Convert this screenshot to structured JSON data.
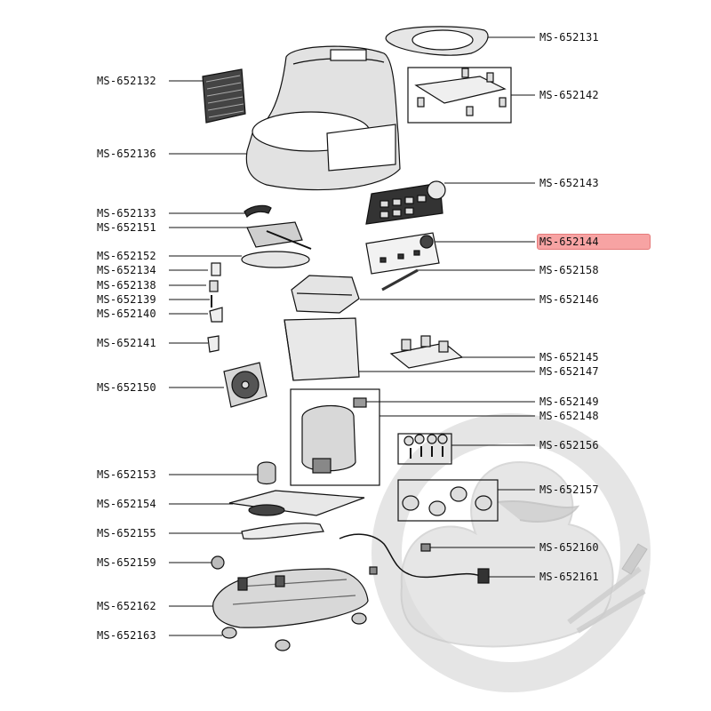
{
  "diagram": {
    "highlight_color": "#f7a3a3",
    "line_color": "#111111",
    "watermark_color": "#dcdcdc",
    "parts": [
      {
        "id": "p131",
        "label": "MS-652131",
        "side": "right",
        "highlighted": false
      },
      {
        "id": "p132",
        "label": "MS-652132",
        "side": "left",
        "highlighted": false
      },
      {
        "id": "p142",
        "label": "MS-652142",
        "side": "right",
        "highlighted": false
      },
      {
        "id": "p136",
        "label": "MS-652136",
        "side": "left",
        "highlighted": false
      },
      {
        "id": "p143",
        "label": "MS-652143",
        "side": "right",
        "highlighted": false
      },
      {
        "id": "p133",
        "label": "MS-652133",
        "side": "left",
        "highlighted": false
      },
      {
        "id": "p151",
        "label": "MS-652151",
        "side": "left",
        "highlighted": false
      },
      {
        "id": "p144",
        "label": "MS-652144",
        "side": "right",
        "highlighted": true
      },
      {
        "id": "p152",
        "label": "MS-652152",
        "side": "left",
        "highlighted": false
      },
      {
        "id": "p134",
        "label": "MS-652134",
        "side": "left",
        "highlighted": false
      },
      {
        "id": "p158",
        "label": "MS-652158",
        "side": "right",
        "highlighted": false
      },
      {
        "id": "p138",
        "label": "MS-652138",
        "side": "left",
        "highlighted": false
      },
      {
        "id": "p139",
        "label": "MS-652139",
        "side": "left",
        "highlighted": false
      },
      {
        "id": "p146",
        "label": "MS-652146",
        "side": "right",
        "highlighted": false
      },
      {
        "id": "p140",
        "label": "MS-652140",
        "side": "left",
        "highlighted": false
      },
      {
        "id": "p141",
        "label": "MS-652141",
        "side": "left",
        "highlighted": false
      },
      {
        "id": "p145",
        "label": "MS-652145",
        "side": "right",
        "highlighted": false
      },
      {
        "id": "p147",
        "label": "MS-652147",
        "side": "right",
        "highlighted": false
      },
      {
        "id": "p150",
        "label": "MS-652150",
        "side": "left",
        "highlighted": false
      },
      {
        "id": "p149",
        "label": "MS-652149",
        "side": "right",
        "highlighted": false
      },
      {
        "id": "p148",
        "label": "MS-652148",
        "side": "right",
        "highlighted": false
      },
      {
        "id": "p156",
        "label": "MS-652156",
        "side": "right",
        "highlighted": false
      },
      {
        "id": "p153",
        "label": "MS-652153",
        "side": "left",
        "highlighted": false
      },
      {
        "id": "p157",
        "label": "MS-652157",
        "side": "right",
        "highlighted": false
      },
      {
        "id": "p154",
        "label": "MS-652154",
        "side": "left",
        "highlighted": false
      },
      {
        "id": "p155",
        "label": "MS-652155",
        "side": "left",
        "highlighted": false
      },
      {
        "id": "p160",
        "label": "MS-652160",
        "side": "right",
        "highlighted": false
      },
      {
        "id": "p159",
        "label": "MS-652159",
        "side": "left",
        "highlighted": false
      },
      {
        "id": "p161",
        "label": "MS-652161",
        "side": "right",
        "highlighted": false
      },
      {
        "id": "p162",
        "label": "MS-652162",
        "side": "left",
        "highlighted": false
      },
      {
        "id": "p163",
        "label": "MS-652163",
        "side": "left",
        "highlighted": false
      }
    ]
  }
}
